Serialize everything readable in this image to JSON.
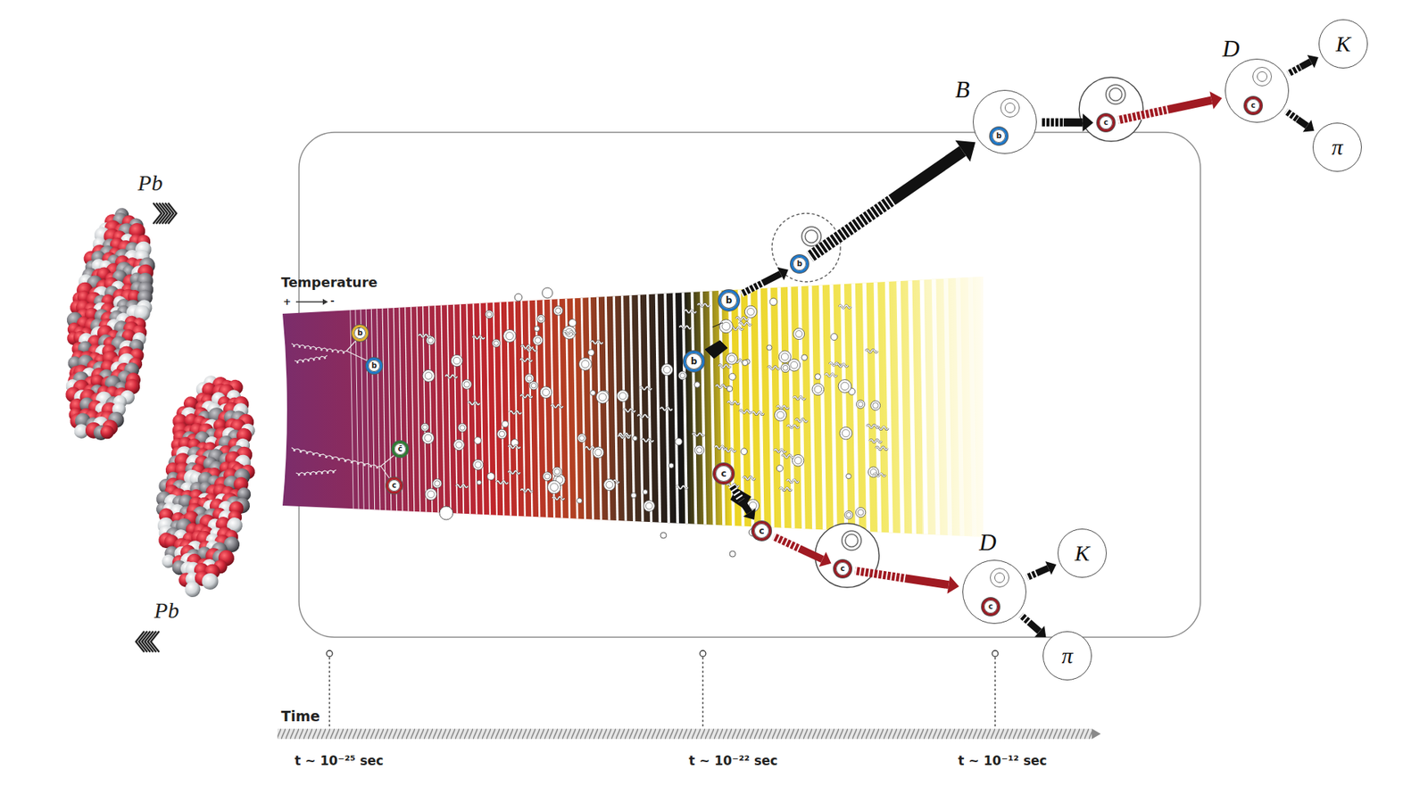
{
  "diagram": {
    "nodes": [
      {
        "text": [
          "b̄"
        ]
      },
      {
        "text": [
          "b"
        ]
      },
      {
        "text": [
          "c̄"
        ]
      },
      {
        "text": [
          "c"
        ]
      },
      {
        "text": [
          "b"
        ]
      },
      {
        "text": [
          "b"
        ]
      },
      {
        "text": [
          "b"
        ]
      },
      {
        "text": [
          "B"
        ]
      },
      {
        "text": [
          "b"
        ],
        "in": 7
      },
      {
        "text": [
          "c"
        ]
      },
      {
        "text": [
          "D"
        ]
      },
      {
        "text": [
          "c"
        ],
        "in": 10
      },
      {
        "text": [
          "K"
        ]
      },
      {
        "text": [
          "π"
        ]
      },
      {
        "text": [
          "c"
        ]
      },
      {
        "text": [
          "c"
        ]
      },
      {
        "text": [
          "c"
        ]
      },
      {
        "text": [
          "D"
        ]
      },
      {
        "text": [
          "c"
        ],
        "in": 17
      },
      {
        "text": [
          "K"
        ]
      },
      {
        "text": [
          "π"
        ]
      }
    ],
    "edges": [
      {
        "from": 4,
        "to": 6,
        "arrow": "to"
      },
      {
        "from": 6,
        "to": 7,
        "arrow": "to"
      },
      {
        "from": 7,
        "to": 9,
        "arrow": "to"
      },
      {
        "from": 9,
        "to": 10,
        "arrow": "to"
      },
      {
        "from": 10,
        "to": 12,
        "arrow": "to"
      },
      {
        "from": 10,
        "to": 13,
        "arrow": "to"
      },
      {
        "from": 14,
        "to": 15,
        "arrow": "to"
      },
      {
        "from": 15,
        "to": 16,
        "arrow": "to"
      },
      {
        "from": 16,
        "to": 17,
        "arrow": "to"
      },
      {
        "from": 17,
        "to": 19,
        "arrow": "to"
      },
      {
        "from": 17,
        "to": 20,
        "arrow": "to"
      }
    ],
    "labels": [
      "Pb",
      "Pb",
      "Temperature",
      "+",
      "-",
      "Time",
      "t ~ 10⁻²⁵ sec",
      "t ~ 10⁻²² sec",
      "t ~ 10⁻¹² sec"
    ]
  }
}
